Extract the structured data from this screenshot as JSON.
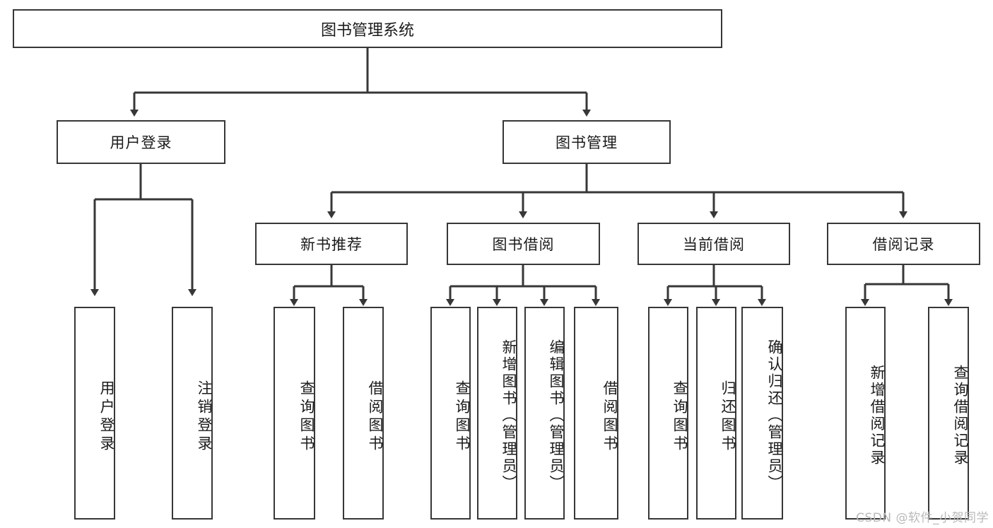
{
  "diagram": {
    "type": "tree",
    "title": "图书管理系统",
    "watermark": "CSDN @软件_小贺同学",
    "colors": {
      "stroke": "#373737",
      "fill": "#ffffff",
      "text": "#1b1b1b",
      "watermark": "#b9b9b9"
    },
    "nodes": {
      "root": {
        "label": "图书管理系统"
      },
      "level2": [
        {
          "label": "用户登录"
        },
        {
          "label": "图书管理"
        }
      ],
      "level3": [
        {
          "label": "新书推荐"
        },
        {
          "label": "图书借阅"
        },
        {
          "label": "当前借阅"
        },
        {
          "label": "借阅记录"
        }
      ],
      "leaves": {
        "user_login": [
          {
            "label": "用户登录"
          },
          {
            "label": "注销登录"
          }
        ],
        "new_book": [
          {
            "label": "查询图书"
          },
          {
            "label": "借阅图书"
          }
        ],
        "book_borrow": [
          {
            "label": "查询图书"
          },
          {
            "label": "新增图书（管理员）"
          },
          {
            "label": "编辑图书（管理员）"
          },
          {
            "label": "借阅图书"
          }
        ],
        "current_borrow": [
          {
            "label": "查询图书"
          },
          {
            "label": "归还图书"
          },
          {
            "label": "确认归还（管理员）"
          }
        ],
        "borrow_record": [
          {
            "label": "新增借阅记录"
          },
          {
            "label": "查询借阅记录"
          }
        ]
      }
    }
  }
}
